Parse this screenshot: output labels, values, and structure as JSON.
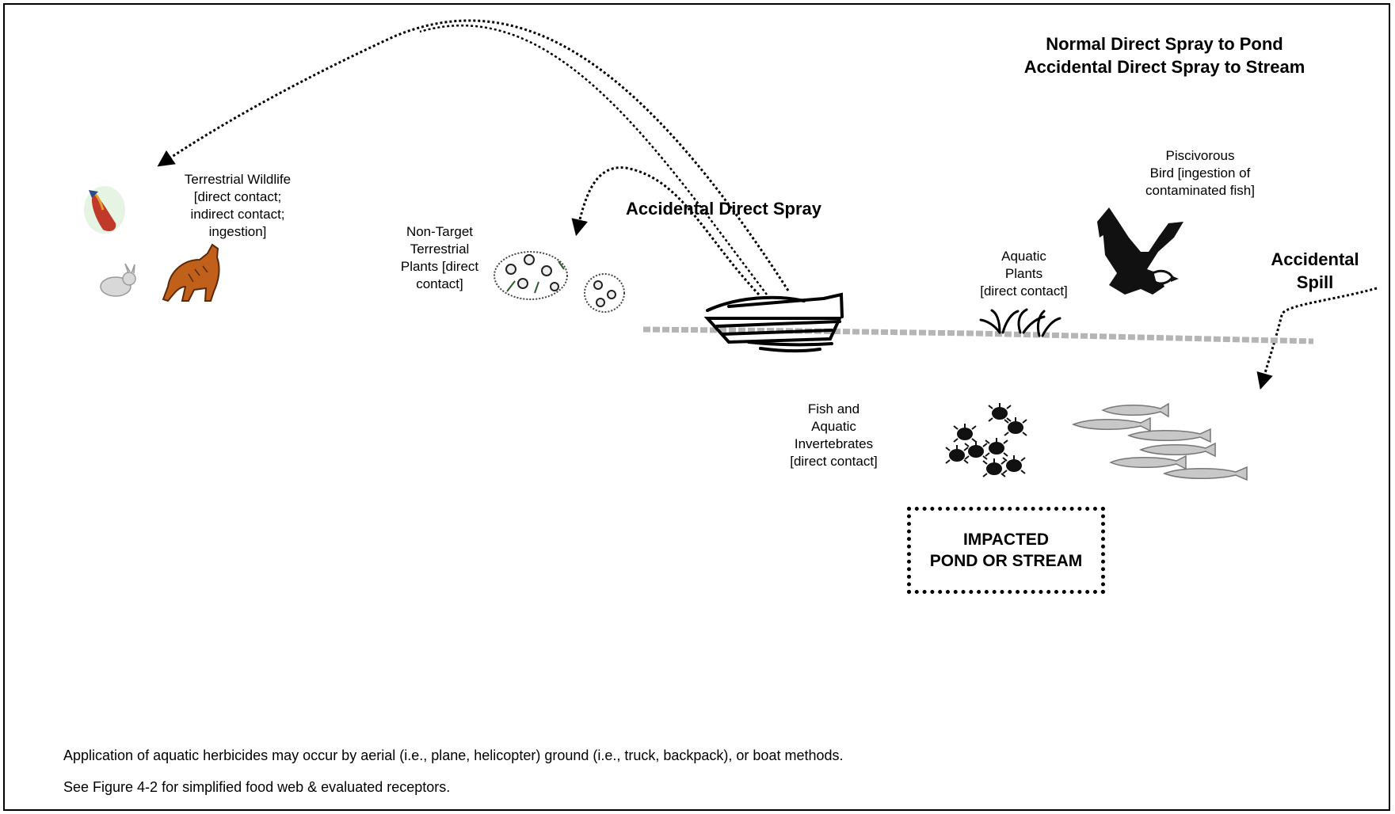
{
  "title": {
    "line1": "Normal Direct Spray to Pond",
    "line2": "Accidental Direct Spray to Stream"
  },
  "labels": {
    "accidental_direct_spray": "Accidental Direct Spray",
    "accidental_spill": [
      "Accidental",
      "Spill"
    ],
    "terrestrial_wildlife": [
      "Terrestrial Wildlife",
      "[direct contact;",
      "indirect contact;",
      "ingestion]"
    ],
    "non_target_plants": [
      "Non-Target",
      "Terrestrial",
      "Plants [direct",
      "contact]"
    ],
    "piscivorous_bird": [
      "Piscivorous",
      "Bird [ingestion of",
      "contaminated fish]"
    ],
    "aquatic_plants": [
      "Aquatic",
      "Plants",
      "[direct contact]"
    ],
    "fish_invertebrates": [
      "Fish and",
      "Aquatic",
      "Invertebrates",
      "[direct contact]"
    ],
    "impacted": [
      "IMPACTED",
      "POND OR STREAM"
    ]
  },
  "notes": {
    "line1": "Application of aquatic herbicides may occur by aerial (i.e., plane, helicopter) ground (i.e., truck, backpack), or boat methods.",
    "line2": "See Figure 4-2 for simplified food web & evaluated receptors."
  },
  "icons": [
    "bird-icon",
    "rabbit-icon",
    "fox-icon",
    "flower-shrub-icon",
    "boat-icon",
    "aquatic-plant-icon",
    "eagle-icon",
    "invertebrate-icon",
    "fish-icon"
  ],
  "colors": {
    "water_line": "#b5b5b5",
    "fox": "#c0601a",
    "bird": "#c0392b"
  }
}
